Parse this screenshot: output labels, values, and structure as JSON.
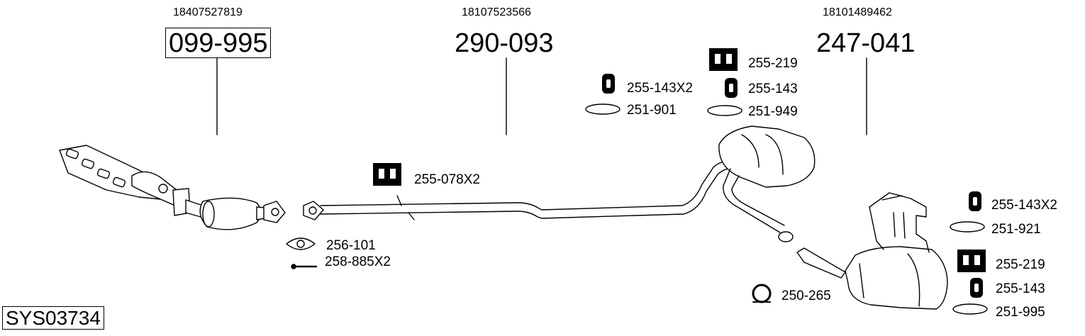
{
  "system_id": "SYS03734",
  "assemblies": [
    {
      "oe_number": "18407527819",
      "part_number": "099-995"
    },
    {
      "oe_number": "18107523566",
      "part_number": "290-093"
    },
    {
      "oe_number": "18101489462",
      "part_number": "247-041"
    }
  ],
  "accessories": {
    "gasket_front": "256-101",
    "bolt_front": "258-885X2",
    "mount_front_pipe": "255-078X2",
    "ring_mount_mid_a": "255-143X2",
    "clamp_mid_a": "251-901",
    "mount_mid_b": "255-219",
    "ring_mount_mid_b": "255-143",
    "clamp_mid_b": "251-949",
    "ring_mount_rear_a": "255-143X2",
    "clamp_rear_a": "251-921",
    "mount_rear_b": "255-219",
    "ring_mount_rear_b": "255-143",
    "clamp_rear_b": "251-995",
    "pipe_clamp": "250-265"
  }
}
